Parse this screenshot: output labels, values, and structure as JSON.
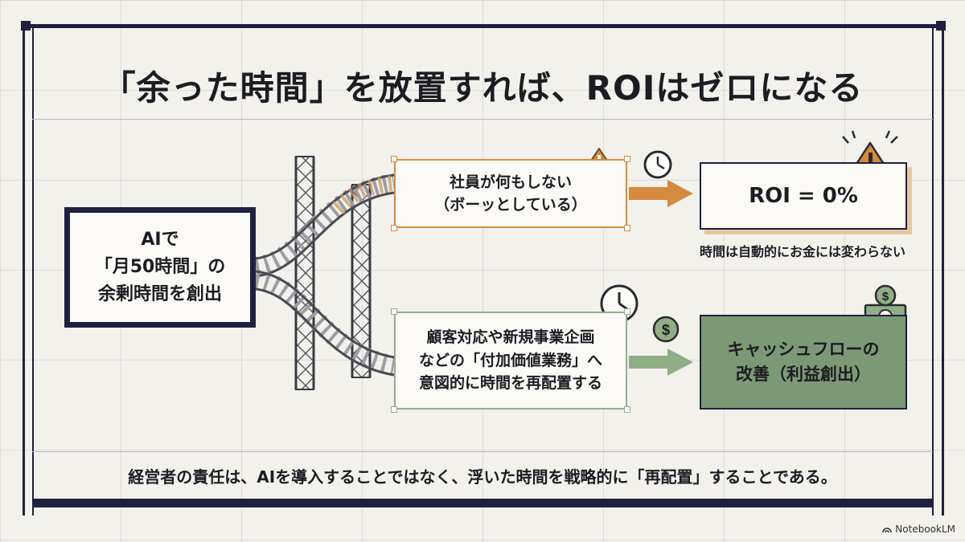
{
  "title": "「余った時間」を放置すれば、ROIはゼロになる",
  "source": {
    "lines": [
      "AIで",
      "「月50時間」の",
      "余剰時間を創出"
    ]
  },
  "top_path": {
    "task_lines": [
      "社員が何もしない",
      "（ボーッとしている）"
    ],
    "result": "ROI = 0%",
    "note": "時間は自動的にお金には変わらない"
  },
  "bottom_path": {
    "task_lines": [
      "顧客対応や新規事業企画",
      "などの「付加価値業務」へ",
      "意図的に時間を再配置する"
    ],
    "result_lines": [
      "キャッシュフローの",
      "改善（利益創出）"
    ]
  },
  "conclusion": "経営者の責任は、AIを導入することではなく、浮いた時間を戦略的に「再配置」することである。",
  "brand": "NotebookLM",
  "icons": {
    "warning": "warning-icon",
    "clock": "clock-icon",
    "dollar": "dollar-coin-icon",
    "cash": "banknote-icon",
    "arrow": "arrow-right-icon"
  },
  "colors": {
    "navy": "#1f2040",
    "orange": "#d58b3e",
    "green": "#7c9976",
    "paper": "#f2f1ec"
  }
}
